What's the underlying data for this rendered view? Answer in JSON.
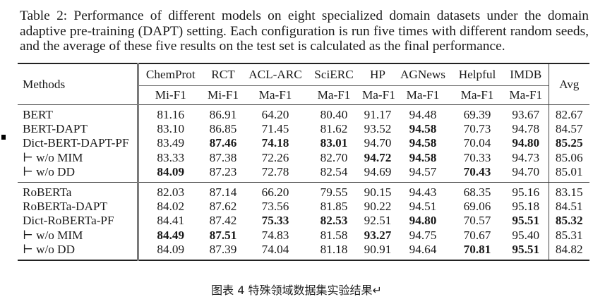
{
  "caption": "Table 2: Performance of different models on eight specialized domain datasets under the domain adaptive pre-training (DAPT) setting. Each configuration is run five times with different random seeds, and the average of these five results on the test set is calculated as the final performance.",
  "header": {
    "methods": "Methods",
    "datasets": [
      "ChemProt",
      "RCT",
      "ACL-ARC",
      "SciERC",
      "HP",
      "AGNews",
      "Helpful",
      "IMDB"
    ],
    "metrics": [
      "Mi-F1",
      "Mi-F1",
      "Ma-F1",
      "Ma-F1",
      "Ma-F1",
      "Ma-F1",
      "Ma-F1",
      "Ma-F1"
    ],
    "avg": "Avg"
  },
  "groups": [
    {
      "rows": [
        {
          "method": "BERT",
          "values": [
            "81.16",
            "86.91",
            "64.20",
            "80.40",
            "91.17",
            "94.48",
            "69.39",
            "93.67"
          ],
          "avg": "82.67",
          "bold": [],
          "avg_bold": false
        },
        {
          "method": "BERT-DAPT",
          "values": [
            "83.10",
            "86.85",
            "71.45",
            "81.62",
            "93.52",
            "94.58",
            "70.73",
            "94.78"
          ],
          "avg": "84.57",
          "bold": [
            5
          ],
          "avg_bold": false
        },
        {
          "method": "Dict-BERT-DAPT-PF",
          "values": [
            "83.49",
            "87.46",
            "74.18",
            "83.01",
            "94.70",
            "94.58",
            "70.04",
            "94.80"
          ],
          "avg": "85.25",
          "bold": [
            1,
            2,
            3,
            5,
            7
          ],
          "avg_bold": true
        },
        {
          "method": "⊢ w/o MIM",
          "values": [
            "83.33",
            "87.38",
            "72.26",
            "82.70",
            "94.72",
            "94.58",
            "70.33",
            "94.73"
          ],
          "avg": "85.06",
          "bold": [
            4,
            5
          ],
          "avg_bold": false
        },
        {
          "method": "⊢ w/o DD",
          "values": [
            "84.09",
            "87.23",
            "72.78",
            "82.54",
            "94.69",
            "94.57",
            "70.43",
            "94.70"
          ],
          "avg": "85.01",
          "bold": [
            0,
            6
          ],
          "avg_bold": false
        }
      ]
    },
    {
      "rows": [
        {
          "method": "RoBERTa",
          "values": [
            "82.03",
            "87.14",
            "66.20",
            "79.55",
            "90.15",
            "94.43",
            "68.35",
            "95.16"
          ],
          "avg": "83.15",
          "bold": [],
          "avg_bold": false
        },
        {
          "method": "RoBERTa-DAPT",
          "values": [
            "84.02",
            "87.62",
            "73.56",
            "81.85",
            "90.22",
            "94.51",
            "69.06",
            "95.18"
          ],
          "avg": "84.51",
          "bold": [],
          "avg_bold": false
        },
        {
          "method": "Dict-RoBERTa-PF",
          "values": [
            "84.41",
            "87.42",
            "75.33",
            "82.53",
            "92.51",
            "94.80",
            "70.57",
            "95.51"
          ],
          "avg": "85.32",
          "bold": [
            2,
            3,
            5,
            7
          ],
          "avg_bold": true
        },
        {
          "method": "⊢ w/o MIM",
          "values": [
            "84.49",
            "87.51",
            "74.83",
            "81.58",
            "93.27",
            "94.75",
            "70.67",
            "95.40"
          ],
          "avg": "85.31",
          "bold": [
            0,
            1,
            4
          ],
          "avg_bold": false
        },
        {
          "method": "⊢ w/o DD",
          "values": [
            "84.09",
            "87.39",
            "74.04",
            "81.18",
            "90.91",
            "94.64",
            "70.81",
            "95.51"
          ],
          "avg": "84.82",
          "bold": [
            6,
            7
          ],
          "avg_bold": false
        }
      ]
    }
  ],
  "footer": "图表 4 特殊领域数据集实验结果↵"
}
